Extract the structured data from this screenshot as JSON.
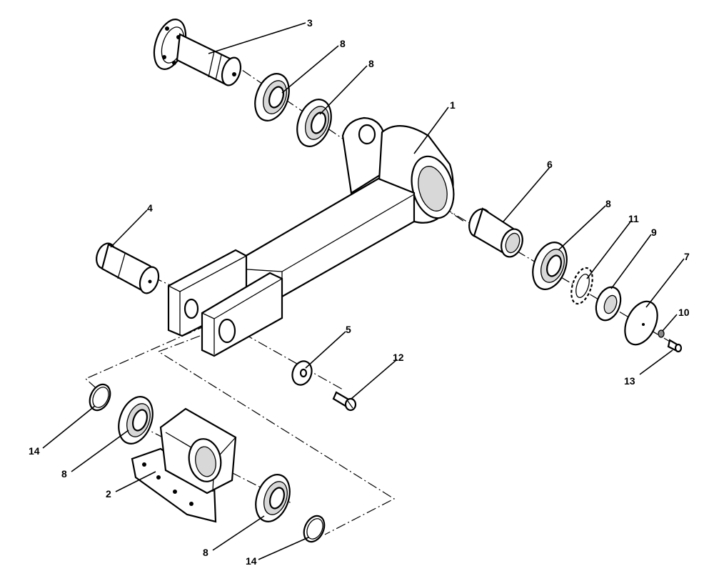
{
  "labels": {
    "1": "1",
    "2": "2",
    "3": "3",
    "4": "4",
    "5": "5",
    "6": "6",
    "7": "7",
    "8": "8",
    "9": "9",
    "10": "10",
    "11": "11",
    "12": "12",
    "13": "13",
    "14": "14"
  }
}
